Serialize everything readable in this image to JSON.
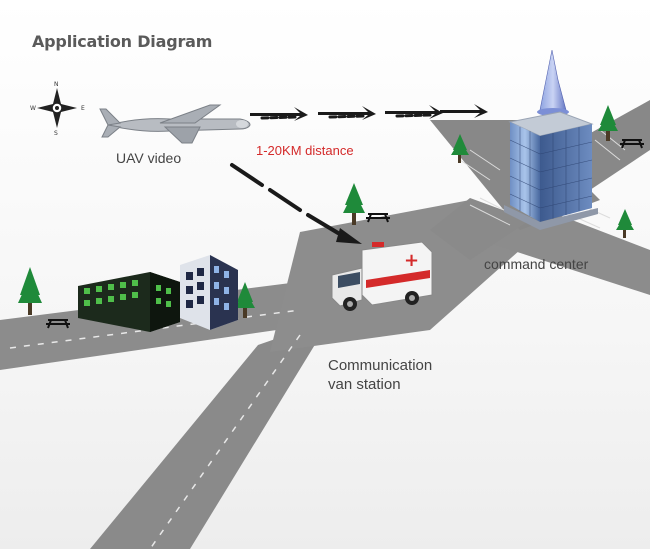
{
  "title": "Application Diagram",
  "labels": {
    "uav": "UAV video",
    "distance": "1-20KM distance",
    "command_center": "command center",
    "van_line1": "Communication",
    "van_line2": "van station"
  },
  "compass": {
    "n": "N",
    "s": "S",
    "e": "E",
    "w": "W"
  },
  "ambulance_mark": "+",
  "colors": {
    "road": "#8c8c8c",
    "road_edge": "#777777",
    "distance_text": "#d42a2a",
    "tree": "#1f8a3a",
    "tower": "#3b5f9a",
    "building_dark": "#1c2a1c",
    "window_green": "#4fbf4a"
  },
  "icons": [
    "compass-icon",
    "uav-icon",
    "tree-icon",
    "picnic-table-icon",
    "ambulance-icon",
    "tower-icon",
    "building-icon"
  ]
}
